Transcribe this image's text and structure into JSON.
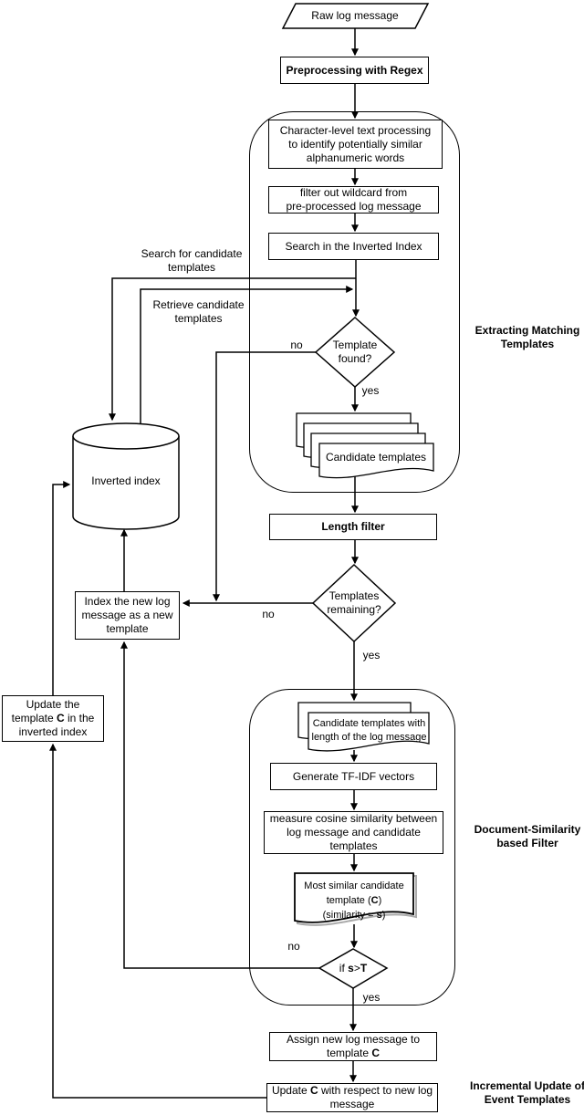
{
  "nodes": {
    "raw_log": "Raw log message",
    "preprocessing": "Preprocessing with Regex",
    "char_level": "Character-level text processing\nto identify potentially similar\nalphanumeric words",
    "filter_wildcard": "filter out wildcard from\npre-processed log message",
    "search_inverted": "Search in the Inverted Index",
    "template_found": "Template\nfound?",
    "candidate_templates": "Candidate templates",
    "length_filter": "Length filter",
    "templates_remaining": "Templates\nremaining?",
    "index_new": "Index the new log\nmessage as a new\ntemplate",
    "inverted_index": "Inverted index",
    "update_template": {
      "pre": "Update the\ntemplate ",
      "bold": "C",
      "post": " in the\ninverted index"
    },
    "candidate_with_length": "Candidate templates with\nlength of the log message",
    "generate_tfidf": "Generate TF-IDF vectors",
    "cosine": "measure cosine similarity between\nlog message and candidate\ntemplates",
    "most_similar": {
      "l1": "Most similar candidate\ntemplate (",
      "l2b": "C",
      "l2post": ")\n(similarity = ",
      "l3b": "s",
      "l3post": ")"
    },
    "if_st": {
      "pre": "if ",
      "b1": "s",
      "mid": ">",
      "b2": "T"
    },
    "assign": {
      "pre": "Assign new log message to\ntemplate ",
      "bold": "C"
    },
    "update_c": {
      "pre": "Update ",
      "bold": "C",
      "post": " with respect to new log\nmessage"
    }
  },
  "edge_labels": {
    "search_for": "Search for candidate\ntemplates",
    "retrieve": "Retrieve candidate\ntemplates",
    "no": "no",
    "yes": "yes"
  },
  "sections": {
    "extracting": "Extracting Matching\nTemplates",
    "doc_sim": "Document-Similarity\nbased Filter",
    "incremental": "Incremental Update of\nEvent Templates"
  },
  "colors": {
    "line": "#000000",
    "background": "#ffffff",
    "shape_fill": "#ffffff"
  }
}
